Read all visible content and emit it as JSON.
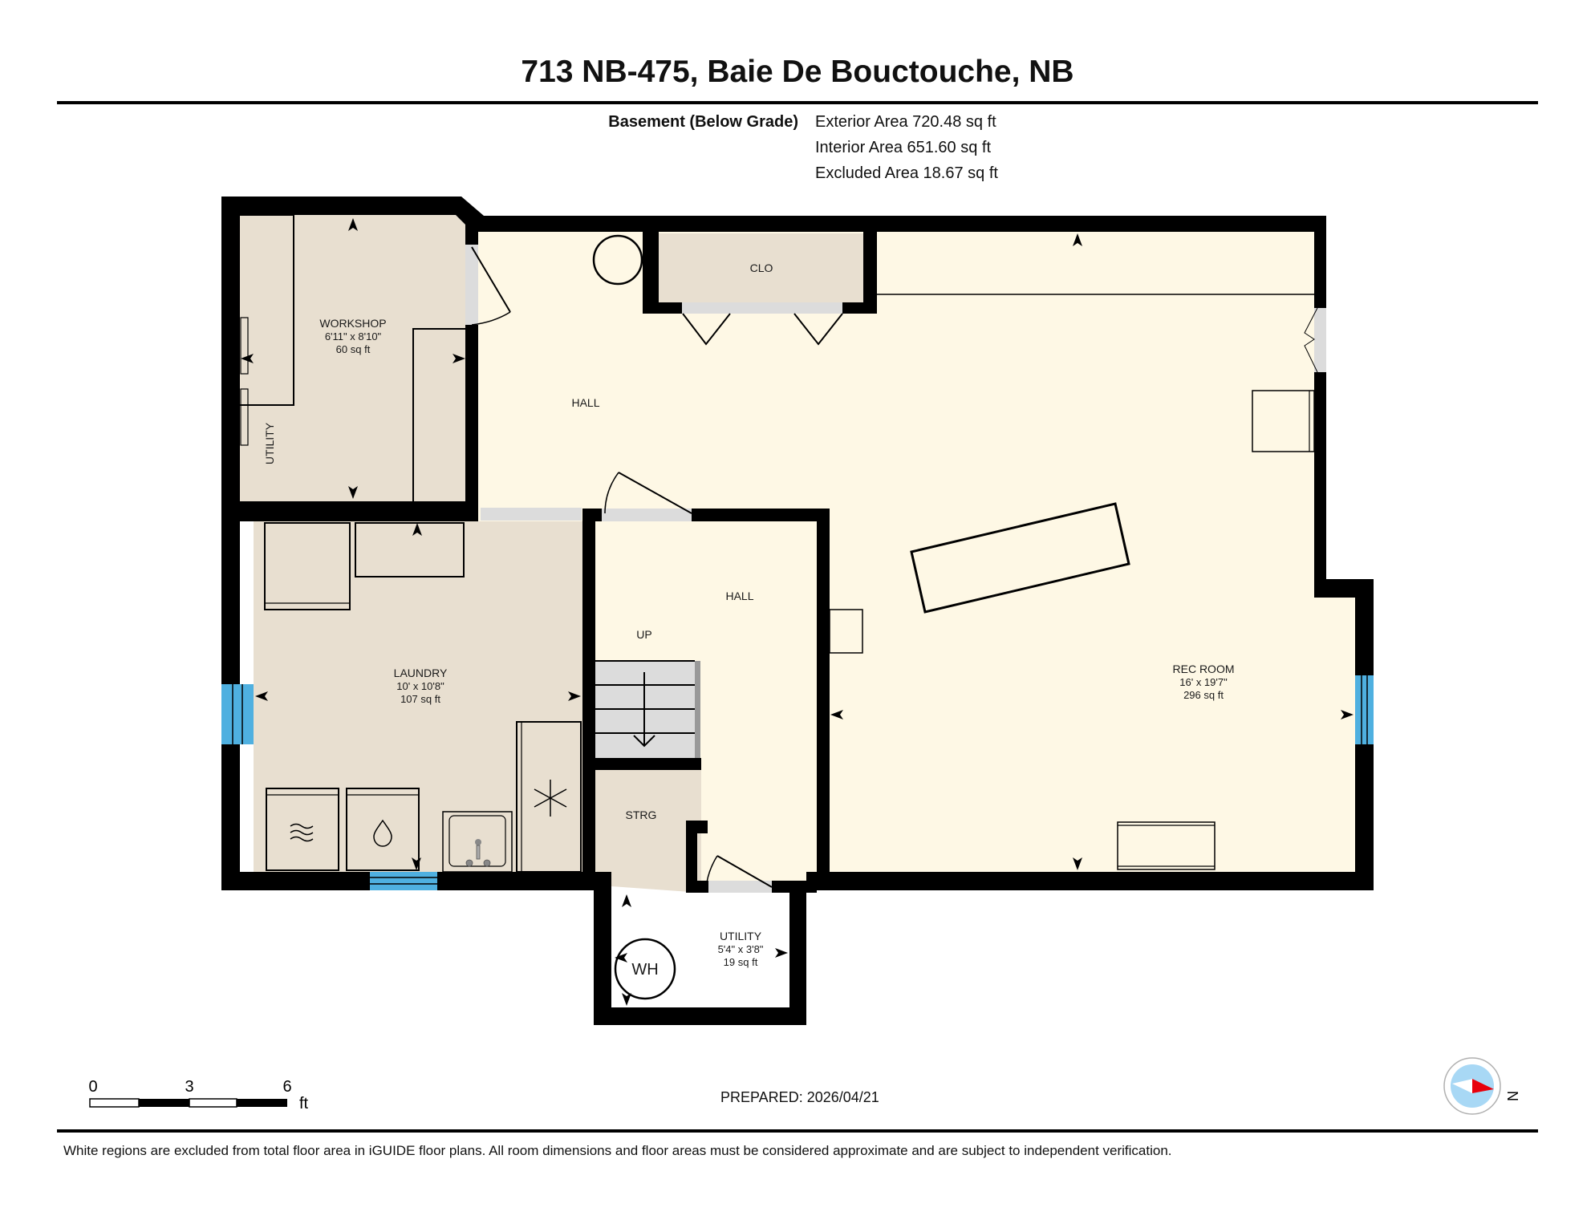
{
  "header": {
    "title": "713 NB-475, Baie De Bouctouche, NB"
  },
  "floor_summary": {
    "level_label": "Basement (Below Grade)",
    "exterior_area": "Exterior Area 720.48 sq ft",
    "interior_area": "Interior Area 651.60 sq ft",
    "excluded_area": "Excluded Area 18.67 sq ft"
  },
  "rooms": {
    "workshop": {
      "name": "WORKSHOP",
      "dims": "6'11\" x 8'10\"",
      "area": "60 sq ft",
      "sublabel": "UTILITY"
    },
    "hall_upper": {
      "name": "HALL"
    },
    "closet": {
      "name": "CLO"
    },
    "laundry": {
      "name": "LAUNDRY",
      "dims": "10' x 10'8\"",
      "area": "107 sq ft"
    },
    "hall_lower": {
      "name": "HALL",
      "stairs_label": "UP"
    },
    "storage": {
      "name": "STRG"
    },
    "utility": {
      "name": "UTILITY",
      "dims": "5'4\" x 3'8\"",
      "area": "19 sq ft",
      "fixture_label": "WH"
    },
    "rec_room": {
      "name": "REC ROOM",
      "dims": "16' x 19'7\"",
      "area": "296 sq ft"
    }
  },
  "colors": {
    "wall": "#000000",
    "finished_room": "#FEF8E5",
    "beige_room": "#E8DFD0",
    "door_opening": "#DCDCDC",
    "window": "#4FB0E0",
    "excluded": "#FFFFFF",
    "compass_fill": "#A8D8F5",
    "compass_needle": "#E8000B"
  },
  "scale_bar": {
    "ticks": [
      "0",
      "3",
      "6"
    ],
    "unit": "ft"
  },
  "prepared": "PREPARED: 2026/04/21",
  "compass": {
    "label": "N"
  },
  "footer": {
    "disclaimer": "White regions are excluded from total floor area in iGUIDE floor plans. All room dimensions and floor areas must be considered approximate and are subject to independent verification."
  }
}
